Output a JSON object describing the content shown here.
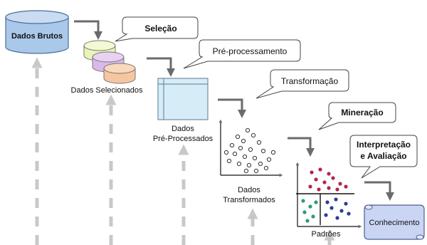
{
  "diagram": {
    "stages": {
      "raw_data": "Dados Brutos",
      "selected_data": "Dados Selecionados",
      "preprocessed_data_line1": "Dados",
      "preprocessed_data_line2": "Pré-Processados",
      "transformed_data_line1": "Dados",
      "transformed_data_line2": "Transformados",
      "patterns": "Padrões",
      "knowledge": "Conhecimento"
    },
    "steps": {
      "selection": "Seleção",
      "preprocessing": "Pré-processamento",
      "transformation": "Transformação",
      "mining": "Mineração",
      "interpretation_line1": "Interpretação",
      "interpretation_line2": "e Avaliação"
    },
    "colors": {
      "raw_cylinder": "#a9c8ea",
      "selected_cyl_1": "#e9f4b8",
      "selected_cyl_2": "#d9b8ea",
      "selected_cyl_3": "#f6c6a0",
      "preproc_table": "#d6ecf7",
      "knowledge_scroll": "#c9d5f3",
      "arrow": "#6b6b6b",
      "dashed_arrow": "#c8c8c8",
      "cluster_red": "#b3264a",
      "cluster_green": "#2d9a78",
      "cluster_blue": "#2c3d97"
    }
  }
}
